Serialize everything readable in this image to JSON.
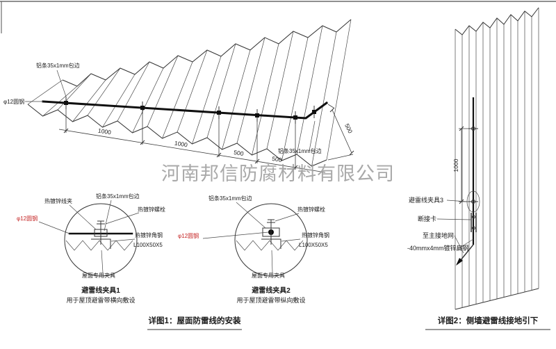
{
  "watermark": "河南邦信防腐材料有限公司",
  "roof": {
    "label_strip_top": "铝条35x1mm包边",
    "label_strip_right": "铝条35x1mm包边",
    "label_rod": "φ12圆钢",
    "dims": {
      "d1": "1000",
      "d2": "1000",
      "d3": "500",
      "d4": "500",
      "depth": "500"
    }
  },
  "detail1": {
    "label_clamp": "热镀锌线夹",
    "label_strip": "铝条35x1mm包边",
    "label_bolt": "热镀锌螺栓",
    "label_rod": "φ12圆钢",
    "label_angle": "热镀锌角钢",
    "label_angle_spec": "L100X50X5",
    "label_fixture": "屋面专用夹具",
    "title": "避雷线夹具1",
    "subtitle": "用于屋顶避雷带横向敷设"
  },
  "detail2": {
    "label_strip": "铝条35x1mm包边",
    "label_bolt": "热镀锌螺栓",
    "label_rod": "φ12圆钢",
    "label_angle": "热镀锌角钢",
    "label_angle_spec": "L100X50X5",
    "label_fixture": "屋面专用夹具",
    "title": "避雷线夹具2",
    "subtitle": "用于屋顶避雷带纵向敷设"
  },
  "wall": {
    "label_clamp3": "避雷线夹具3",
    "label_disconnect": "断接卡",
    "label_ground": "至主接地网",
    "label_flat": "-40mmx4mm镀锌扁钢",
    "dim": "1000"
  },
  "captions": {
    "c1": "详图1：屋面防雷线的安装",
    "c2": "详图2：侧墙避雷线接地引下"
  },
  "colors": {
    "line": "#333333",
    "thick": "#101010",
    "red": "#c42222",
    "watermark": "#9b9b9b"
  }
}
